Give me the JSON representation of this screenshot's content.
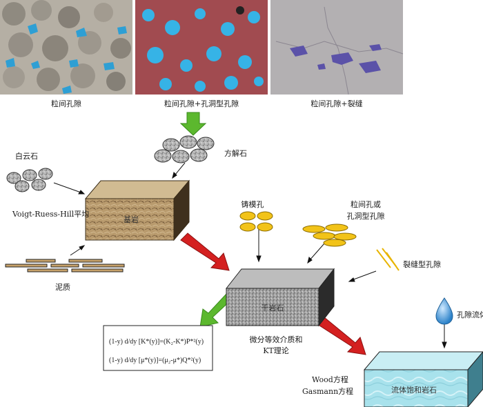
{
  "photos": [
    {
      "caption": "粒间孔隙",
      "pore_color": "#2e9fd4"
    },
    {
      "caption": "粒间孔隙+孔洞型孔隙",
      "pore_color": "#36b3e6"
    },
    {
      "caption": "粒间孔隙+裂缝",
      "pore_color": "#5b52a8"
    }
  ],
  "labels": {
    "dolomite": "白云石",
    "calcite": "方解石",
    "vrh": "Voigt-Ruess-Hill平均",
    "matrix": "基岩",
    "clay": "泥质",
    "moldic": "铸模孔",
    "intergranular": "粒间孔或",
    "vuggy": "孔洞型孔隙",
    "fracture": "裂缝型孔隙",
    "dry_rock": "干岩石",
    "dem_kt_1": "微分等效介质和",
    "dem_kt_2": "KT理论",
    "pore_fluid": "孔隙流体",
    "wood": "Wood方程",
    "gassmann": "Gasmann方程",
    "saturated": "流体饱和岩石"
  },
  "equations": {
    "eq1": "(1-y) d/dy [K*(y)]=(K₂-K*)P*²(y)",
    "eq2": "(1-y) d/dy [μ*(y)]=(μ₂-μ*)Q*²(y)"
  },
  "colors": {
    "green_arrow": "#5cb82e",
    "red_arrow": "#d42020",
    "grain_yellow": "#f2c318",
    "fluid_blue": "#9edbe8"
  }
}
